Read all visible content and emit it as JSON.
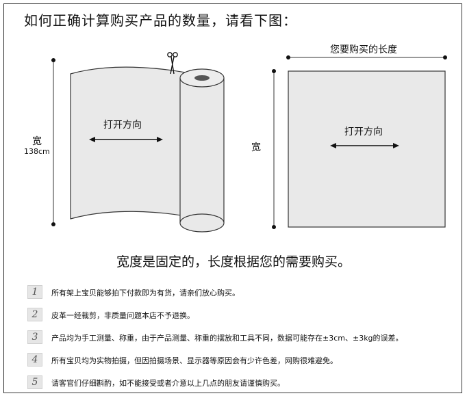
{
  "title": "如何正确计算购买产品的数量，请看下图：",
  "figure_left": {
    "width_label": "宽",
    "width_value": "138cm",
    "direction_label": "打开方向"
  },
  "figure_right": {
    "length_label": "您要购买的长度",
    "width_label": "宽",
    "direction_label": "打开方向"
  },
  "subtitle": "宽度是固定的，长度根据您的需要购买。",
  "notes": [
    {
      "num": "1",
      "text": "所有架上宝贝能够拍下付款即为有货，请亲们放心购买。"
    },
    {
      "num": "2",
      "text": "皮革一经裁剪，非质量问题本店不予退换。"
    },
    {
      "num": "3",
      "text": "产品均为手工测量、称重，由于产品测量、称重的摆放和工具不同，数据可能存在±3cm、±3kg的误差。"
    },
    {
      "num": "4",
      "text": "所有宝贝均为实物拍摄，但因拍摄场景、显示器等原因会有少许色差，网购很难避免。"
    },
    {
      "num": "5",
      "text": "请客官们仔细斟酌，如不能接受或者介意以上几点的朋友请谨慎购买。"
    }
  ],
  "icons": {
    "scissors": "scissors-icon"
  }
}
